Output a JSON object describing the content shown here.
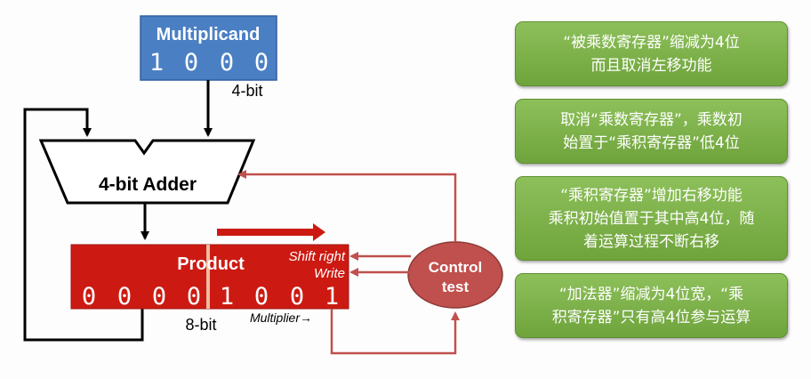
{
  "multiplicand": {
    "title": "Multiplicand",
    "bits": [
      "1",
      "0",
      "0",
      "0"
    ],
    "width_label": "4-bit"
  },
  "adder": {
    "label": "4-bit Adder"
  },
  "product": {
    "title": "Product",
    "bits": [
      "0",
      "0",
      "0",
      "0",
      "1",
      "0",
      "0",
      "1"
    ],
    "width_label": "8-bit",
    "shift_label": "Shift right",
    "write_label": "Write",
    "multiplier_label": "Multiplier→"
  },
  "control": {
    "line1": "Control",
    "line2": "test"
  },
  "notes": [
    {
      "lines": [
        "“被乘数寄存器”缩减为4位",
        "而且取消左移功能"
      ]
    },
    {
      "lines": [
        "取消“乘数寄存器”，乘数初",
        "始置于“乘积寄存器”低4位"
      ]
    },
    {
      "lines": [
        "“乘积寄存器”增加右移功能",
        "乘积初始值置于其中高4位，随",
        "着运算过程不断右移"
      ]
    },
    {
      "lines": [
        "“加法器”缩减为4位宽，“乘",
        "积寄存器”只有高4位参与运算"
      ]
    }
  ],
  "colors": {
    "multiplicand_fill": "#4a7fc4",
    "product_fill": "#cc1a12",
    "control_fill": "#c0504d",
    "note_fill": "#7fb24a",
    "wire_red": "#c0504d"
  }
}
